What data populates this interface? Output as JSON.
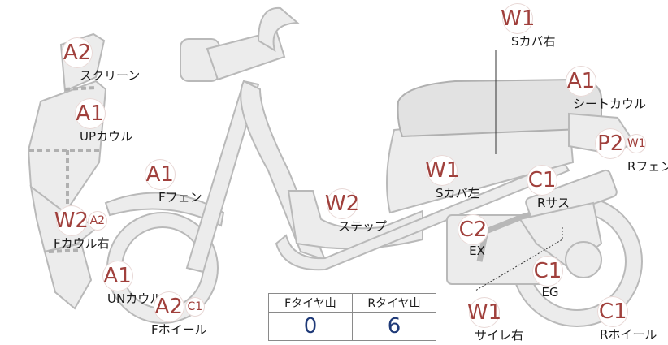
{
  "parts": [
    {
      "id": "screen",
      "codes": [
        "A2"
      ],
      "name": "スクリーン"
    },
    {
      "id": "up-cowl",
      "codes": [
        "A1"
      ],
      "name": "UPカウル"
    },
    {
      "id": "f-fender",
      "codes": [
        "A1"
      ],
      "name": "Fフェン"
    },
    {
      "id": "f-cowl-right",
      "codes": [
        "W2",
        "A2"
      ],
      "name": "Fカウル右"
    },
    {
      "id": "un-cowl",
      "codes": [
        "A1"
      ],
      "name": "UNカウル"
    },
    {
      "id": "f-wheel",
      "codes": [
        "A2",
        "C1"
      ],
      "name": "Fホイール"
    },
    {
      "id": "step",
      "codes": [
        "W2"
      ],
      "name": "ステップ"
    },
    {
      "id": "s-cover-left",
      "codes": [
        "W1"
      ],
      "name": "Sカバ左"
    },
    {
      "id": "s-cover-right",
      "codes": [
        "W1"
      ],
      "name": "Sカバ右"
    },
    {
      "id": "seat-cowl",
      "codes": [
        "A1"
      ],
      "name": "シートカウル"
    },
    {
      "id": "r-fender",
      "codes": [
        "P2",
        "W1"
      ],
      "name": "Rフェン"
    },
    {
      "id": "r-suspension",
      "codes": [
        "C1"
      ],
      "name": "Rサス"
    },
    {
      "id": "exhaust",
      "codes": [
        "C2"
      ],
      "name": "EX"
    },
    {
      "id": "engine",
      "codes": [
        "C1"
      ],
      "name": "EG"
    },
    {
      "id": "silencer-right",
      "codes": [
        "W1"
      ],
      "name": "サイレ右"
    },
    {
      "id": "r-wheel",
      "codes": [
        "C1"
      ],
      "name": "Rホイール"
    }
  ],
  "tire_table": {
    "headers": [
      "Fタイヤ山",
      "Rタイヤ山"
    ],
    "values": [
      "0",
      "6"
    ]
  },
  "colors": {
    "badge_text": "#a0403c",
    "table_value": "#1f3a78",
    "part_fill": "#ececec"
  }
}
